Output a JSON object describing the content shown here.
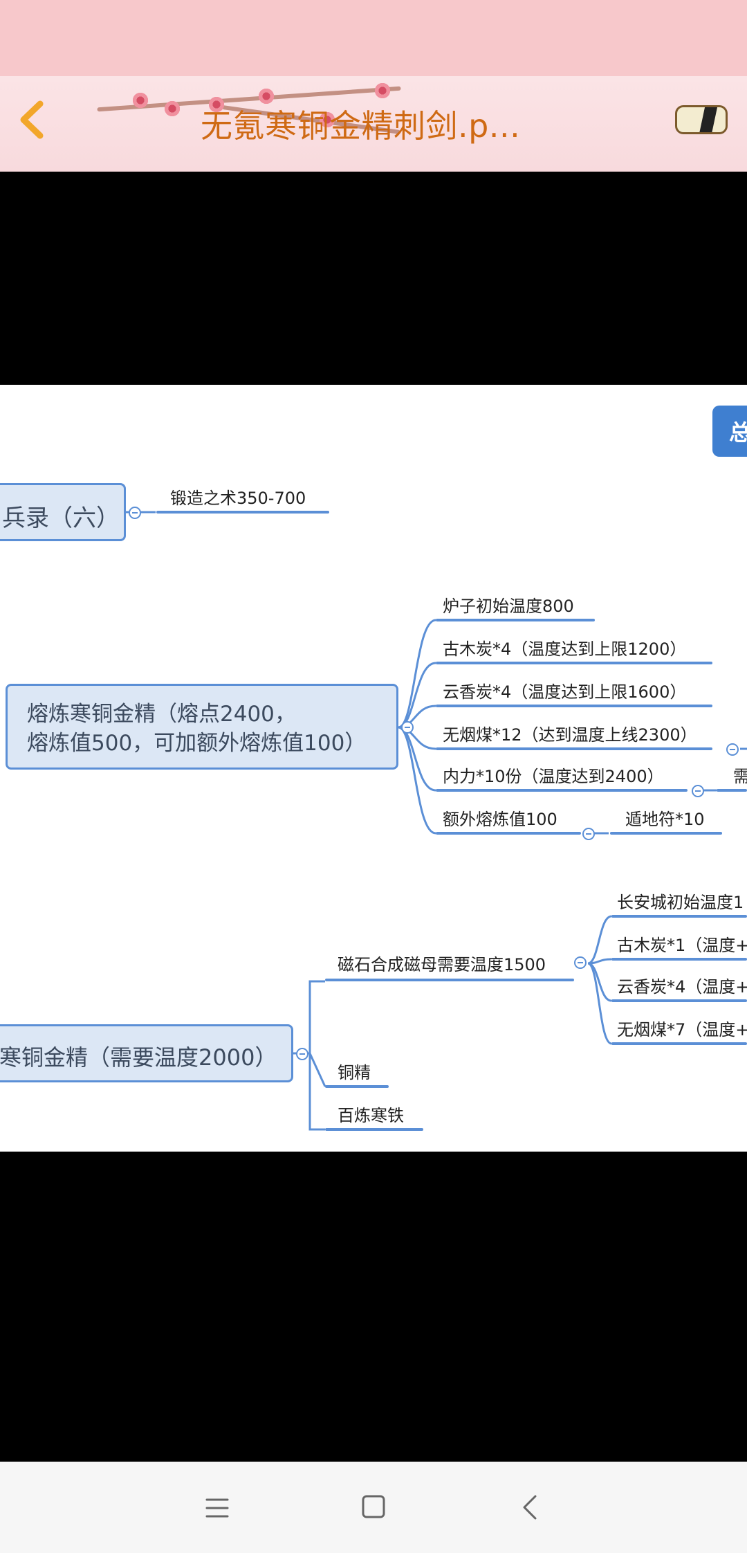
{
  "header": {
    "title": "无氪寒铜金精刺剑.p..."
  },
  "mindmap": {
    "tag_label": "总",
    "node1": {
      "label": "兵录（六）",
      "child": "锻造之术350-700"
    },
    "node2": {
      "label_line1": "熔炼寒铜金精（熔点2400，",
      "label_line2": "熔炼值500，可加额外熔炼值100）",
      "children": [
        "炉子初始温度800",
        "古木炭*4（温度达到上限1200）",
        "云香炭*4（温度达到上限1600）",
        "无烟煤*12（达到温度上线2300）",
        "内力*10份（温度达到2400）",
        "额外熔炼值100"
      ],
      "inner_cut": "需",
      "extra_child": "遁地符*10"
    },
    "node3": {
      "label": "寒铜金精（需要温度2000）",
      "children": [
        "磁石合成磁母需要温度1500",
        "铜精",
        "百炼寒铁"
      ],
      "magnet_children": [
        "长安城初始温度1",
        "古木炭*1（温度+",
        "云香炭*4（温度+",
        "无烟煤*7（温度+"
      ]
    }
  },
  "colors": {
    "node_fill": "#dce7f5",
    "node_border": "#5b8fd6",
    "title_color": "#cf6a14",
    "header_pink": "#f7c8cb"
  }
}
